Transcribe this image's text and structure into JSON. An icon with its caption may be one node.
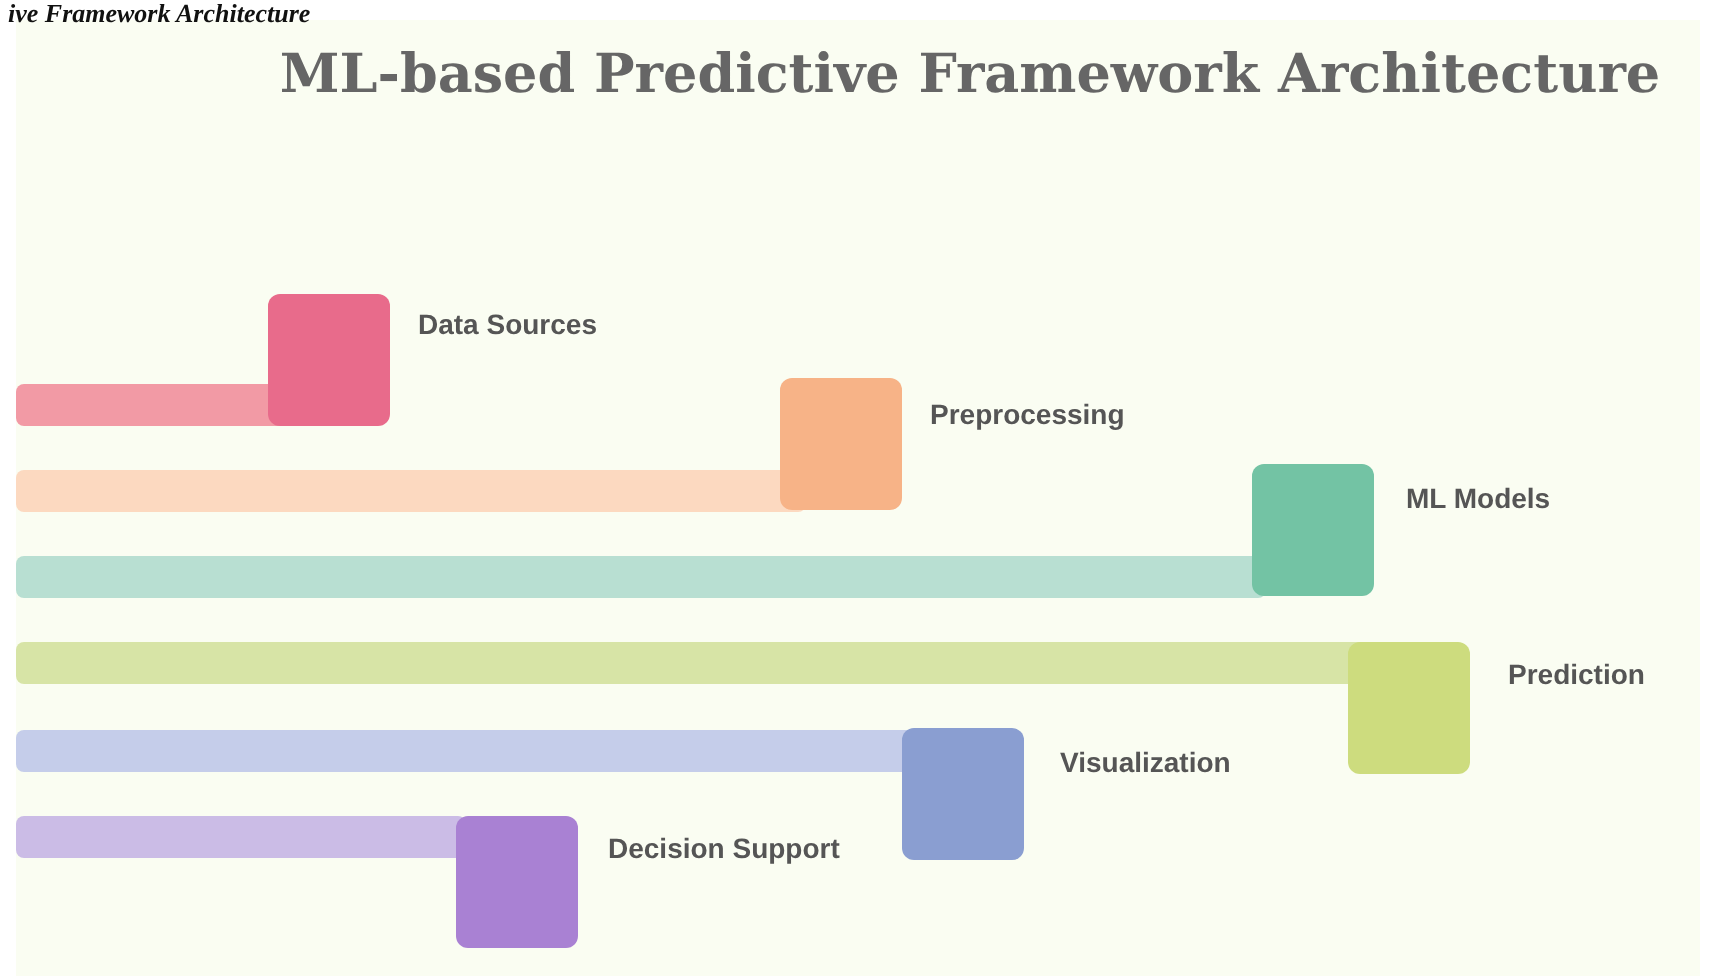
{
  "diagram": {
    "title": "ML-based Predictive Framework Architecture",
    "nodes": [
      {
        "text": [
          "Data Sources"
        ]
      },
      {
        "text": [
          "Preprocessing"
        ]
      },
      {
        "text": [
          "ML Models"
        ]
      },
      {
        "text": [
          "Prediction"
        ]
      },
      {
        "text": [
          "Visualization"
        ]
      },
      {
        "text": [
          "Decision Support"
        ]
      }
    ],
    "labels": [
      "ive Framework Architecture"
    ]
  }
}
